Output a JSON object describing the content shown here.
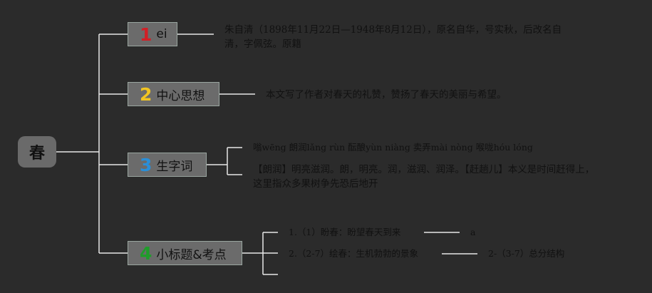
{
  "root": {
    "label": "春"
  },
  "colors": {
    "background": "#2b2b2b",
    "node_fill": "#6b6b6b",
    "line": "#e8e8e8",
    "num1": "#d11f26",
    "num2": "#f2c522",
    "num3": "#2a8fd8",
    "num4": "#1f9d2a"
  },
  "branches": [
    {
      "num": "1",
      "label": "ei",
      "detail": "朱自清（1898年11月22日—1948年8月12日），原名自华，号实秋，后改名自清，字佩弦。原籍"
    },
    {
      "num": "2",
      "label": "中心思想",
      "detail": "本文写了作者对春天的礼赞，赞扬了春天的美丽与希望。"
    },
    {
      "num": "3",
      "label": "生字词",
      "items": [
        "嗡wēng 朗润lǎng rùn 酝酿yùn niàng 卖弄mài nòng 喉咙hóu lóng",
        "【朗润】明亮滋润。朗，明亮。润，滋润、润泽。【赶趟儿】本义是时间赶得上，这里指众多果树争先恐后地开"
      ]
    },
    {
      "num": "4",
      "label": "小标题&考点",
      "items": [
        {
          "text": "1.（1）盼春：盼望春天到来",
          "sub": "a"
        },
        {
          "text": "2.（2-7）绘春：生机勃勃的景象",
          "sub": "2-（3-7）总分结构"
        }
      ]
    }
  ]
}
